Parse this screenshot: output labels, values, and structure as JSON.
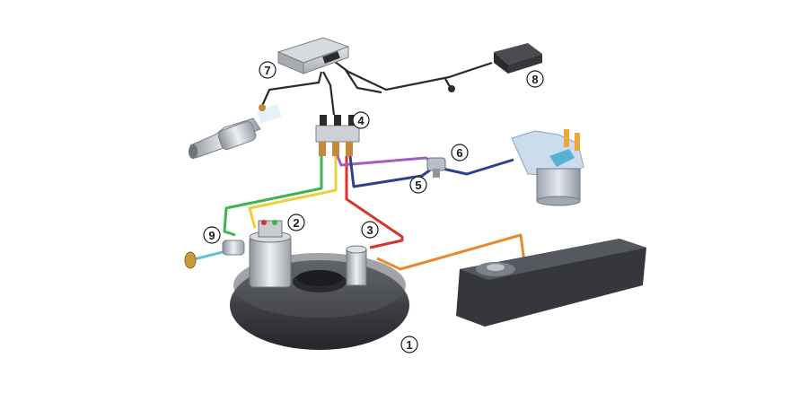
{
  "diagram": {
    "callouts": [
      {
        "id": "1",
        "label": "1"
      },
      {
        "id": "2",
        "label": "2"
      },
      {
        "id": "3",
        "label": "3"
      },
      {
        "id": "4",
        "label": "4"
      },
      {
        "id": "5",
        "label": "5"
      },
      {
        "id": "6",
        "label": "6"
      },
      {
        "id": "7",
        "label": "7"
      },
      {
        "id": "8",
        "label": "8"
      },
      {
        "id": "9",
        "label": "9"
      }
    ],
    "colors": {
      "tank": "#3b3d42",
      "tank_highlight": "#6a6d74",
      "line_green": "#3fb34f",
      "line_yellow": "#e8d13a",
      "line_red": "#d8332d",
      "line_orange": "#e58a2e",
      "line_purple": "#a05bc4",
      "line_blue": "#2f3f8f",
      "line_cyan": "#59c4d8",
      "wire": "#2b2b2b",
      "metal": "#c9ccd1"
    }
  }
}
